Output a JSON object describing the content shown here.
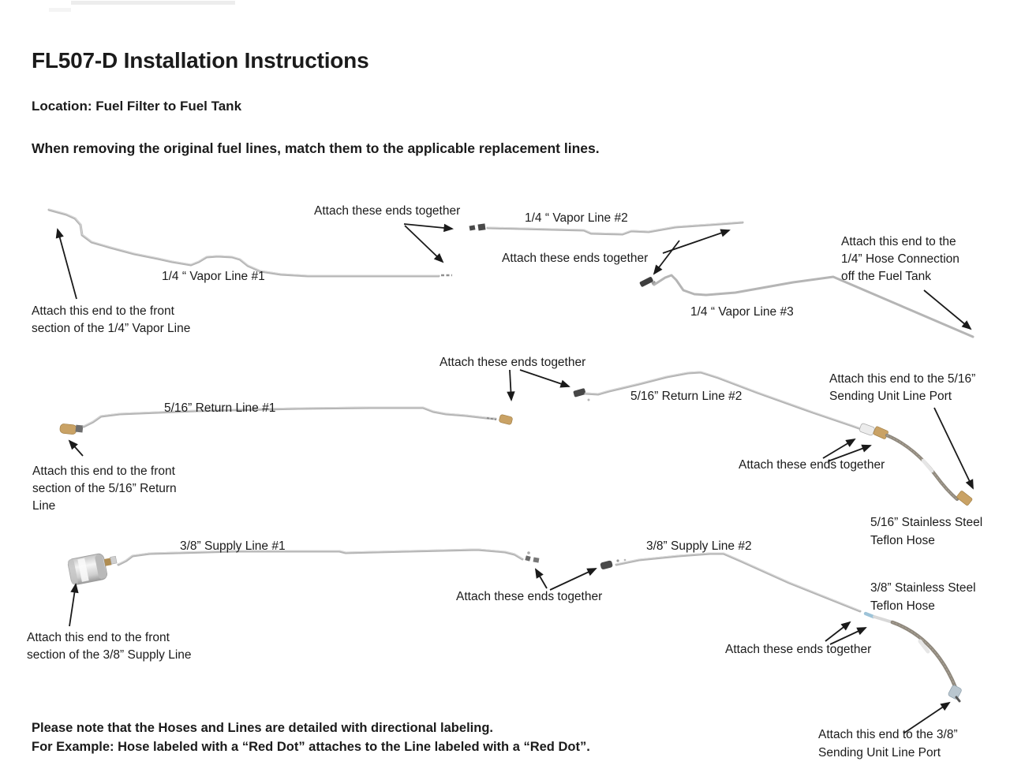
{
  "header": {
    "title": "FL507-D Installation Instructions",
    "location": "Location: Fuel Filter to Fuel Tank",
    "note": "When removing the original fuel lines, match them to the applicable replacement lines."
  },
  "colors": {
    "tube_gray": "#b5b5b5",
    "hose_taupe": "#8e877c",
    "brass": "#c9a265",
    "fitting_dark": "#4a4a4a",
    "arrow_black": "#1a1a1a",
    "blue_band": "#9dc3d8"
  },
  "rows": {
    "vapor": {
      "line1_label": "1/4 “ Vapor Line #1",
      "line2_label": "1/4 “ Vapor Line #2",
      "line3_label": "1/4 “ Vapor Line #3",
      "attach_mid": "Attach these ends together",
      "attach_right": "Attach these ends together",
      "front_note": [
        "Attach this end  to the front",
        "section of the 1/4” Vapor Line"
      ],
      "tank_note": [
        "Attach this end to the",
        "1/4” Hose Connection",
        "off the Fuel Tank"
      ]
    },
    "return": {
      "line1_label": "5/16” Return Line #1",
      "line2_label": "5/16” Return Line #2",
      "attach_mid": "Attach these ends together",
      "attach_right": "Attach these ends together",
      "front_note": [
        "Attach this end to the front",
        "section of the 5/16” Return",
        "Line"
      ],
      "sending_note": [
        "Attach this end to the 5/16”",
        "Sending Unit Line Port"
      ],
      "hose_label": [
        "5/16” Stainless Steel",
        "Teflon Hose"
      ]
    },
    "supply": {
      "line1_label": "3/8” Supply Line #1",
      "line2_label": "3/8” Supply Line #2",
      "attach_mid": "Attach these ends together",
      "attach_right": "Attach these ends together",
      "front_note": [
        "Attach this end to the front",
        "section of the 3/8” Supply Line"
      ],
      "sending_note": [
        "Attach this end to the 3/8”",
        "Sending Unit Line Port"
      ],
      "hose_label": [
        "3/8” Stainless Steel",
        "Teflon Hose"
      ]
    }
  },
  "footer": {
    "line1": "Please note that the Hoses and Lines are detailed with directional labeling.",
    "line2": "For Example: Hose labeled with a “Red Dot” attaches to the Line labeled with a “Red Dot”."
  }
}
